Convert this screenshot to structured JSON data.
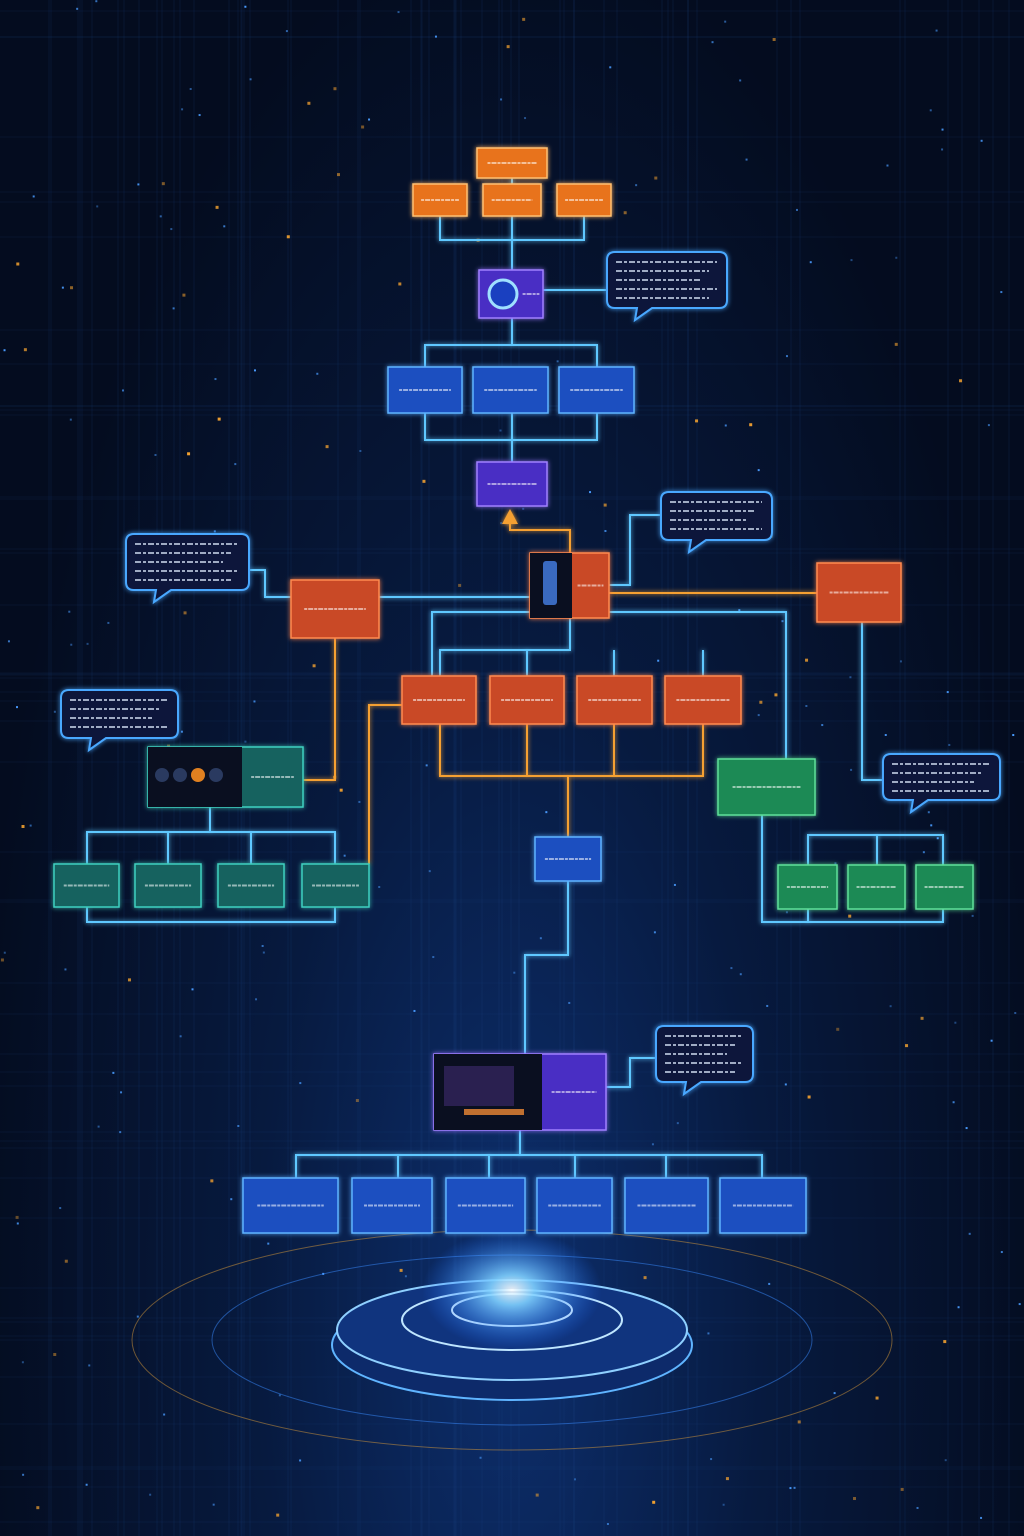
{
  "diagram": {
    "title": "",
    "colors": {
      "background": "#050d20",
      "orange": "#e8731f",
      "orange_red": "#c94a26",
      "blue": "#1b4fc0",
      "purple": "#4a2fc4",
      "teal": "#13625e",
      "green": "#1f8a55",
      "connector_cyan": "#5fc8ff",
      "connector_orange": "#f5a030",
      "callout_border": "#4aa8ff"
    },
    "node_groups": [
      {
        "group": "top-orange",
        "count": 4,
        "color": "orange"
      },
      {
        "group": "hub",
        "count": 1,
        "color": "purple",
        "icon": "circular-logo-icon"
      },
      {
        "group": "blue-row-upper",
        "count": 3,
        "color": "blue"
      },
      {
        "group": "purple-node",
        "count": 1,
        "color": "purple"
      },
      {
        "group": "central-node",
        "count": 1,
        "color": "orange_red",
        "icon": "server-tower-image"
      },
      {
        "group": "side-orange",
        "count": 2,
        "color": "orange_red"
      },
      {
        "group": "orange-row",
        "count": 4,
        "color": "orange_red"
      },
      {
        "group": "teal-image-node",
        "count": 1,
        "color": "teal",
        "icon": "robots-image"
      },
      {
        "group": "green-node",
        "count": 1,
        "color": "green"
      },
      {
        "group": "teal-row",
        "count": 4,
        "color": "teal"
      },
      {
        "group": "green-row",
        "count": 3,
        "color": "green"
      },
      {
        "group": "blue-mid",
        "count": 1,
        "color": "blue"
      },
      {
        "group": "workstation-node",
        "count": 1,
        "color": "purple",
        "icon": "workstation-image"
      },
      {
        "group": "blue-row-bottom",
        "count": 6,
        "color": "blue"
      }
    ],
    "callouts": 6,
    "labels_legible": false
  }
}
